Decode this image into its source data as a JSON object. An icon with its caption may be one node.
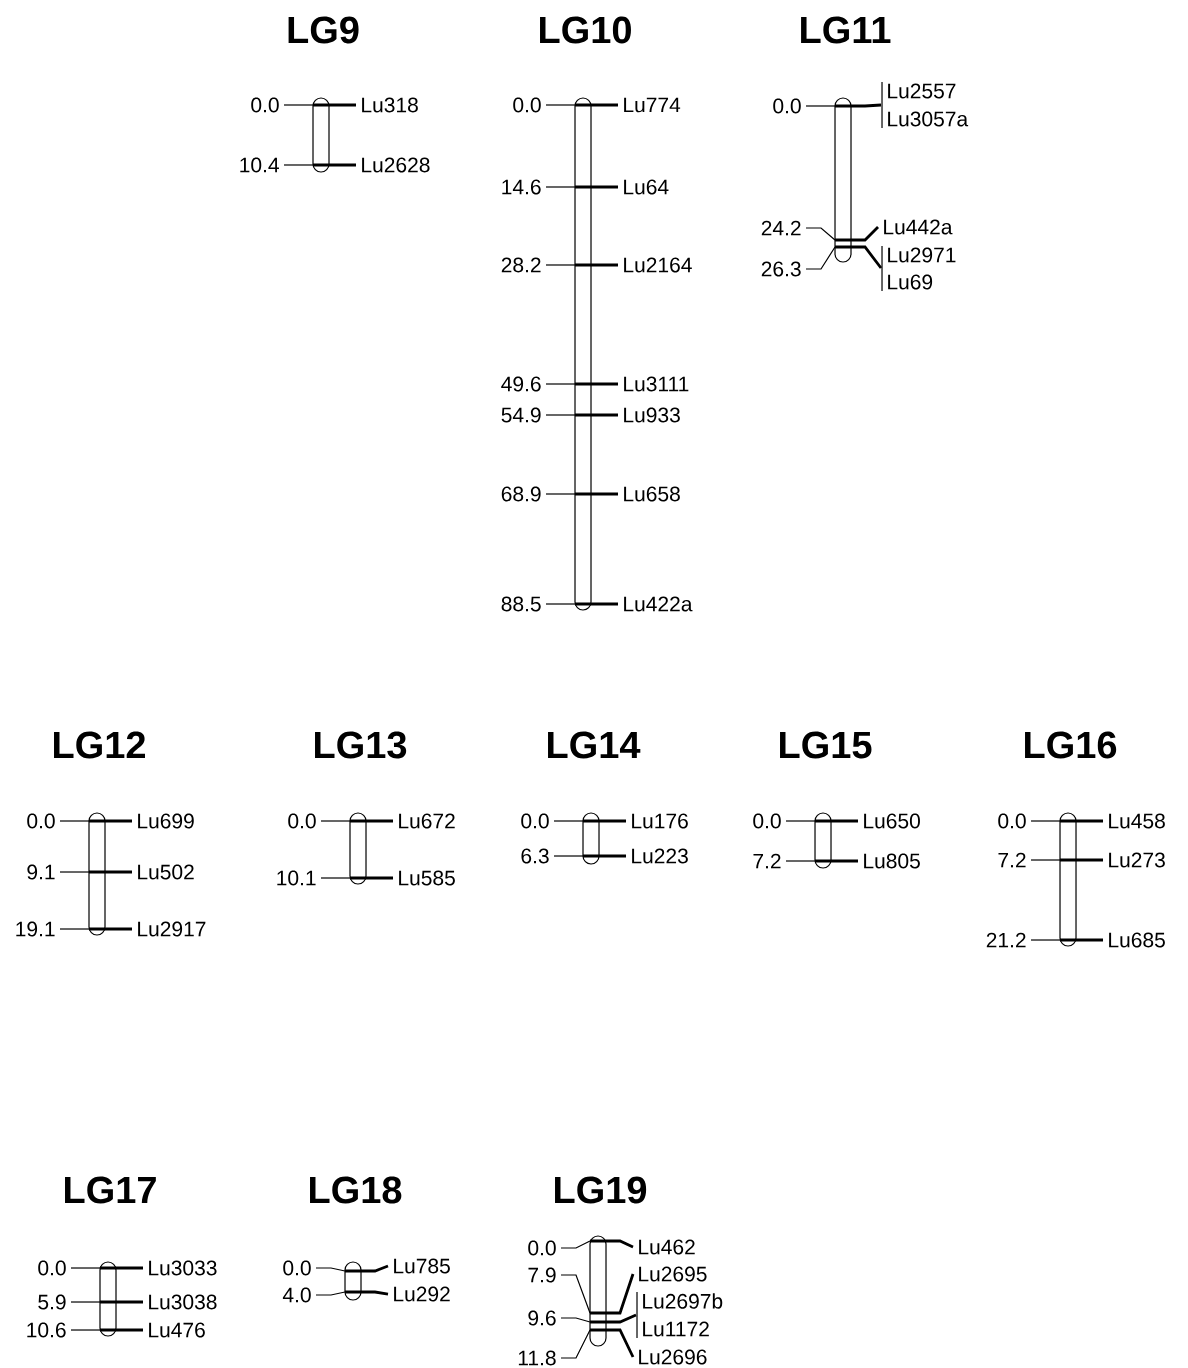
{
  "diagram": {
    "nodes": [
      {
        "text": [
          "LG9"
        ],
        "beside": [
          "0.0",
          "Lu318",
          "10.4",
          "Lu2628"
        ]
      },
      {
        "text": [
          "LG10"
        ],
        "beside": [
          "0.0",
          "Lu774",
          "14.6",
          "Lu64",
          "28.2",
          "Lu2164",
          "49.6",
          "Lu3111",
          "54.9",
          "Lu933",
          "68.9",
          "Lu658",
          "88.5",
          "Lu422a"
        ]
      },
      {
        "text": [
          "LG11"
        ],
        "beside": [
          "0.0",
          "Lu2557",
          "Lu3057a",
          "24.2",
          "Lu442a",
          "26.3",
          "Lu2971",
          "Lu69"
        ]
      },
      {
        "text": [
          "LG12"
        ],
        "beside": [
          "0.0",
          "Lu699",
          "9.1",
          "Lu502",
          "19.1",
          "Lu2917"
        ]
      },
      {
        "text": [
          "LG13"
        ],
        "beside": [
          "0.0",
          "Lu672",
          "10.1",
          "Lu585"
        ]
      },
      {
        "text": [
          "LG14"
        ],
        "beside": [
          "0.0",
          "Lu176",
          "6.3",
          "Lu223"
        ]
      },
      {
        "text": [
          "LG15"
        ],
        "beside": [
          "0.0",
          "Lu650",
          "7.2",
          "Lu805"
        ]
      },
      {
        "text": [
          "LG16"
        ],
        "beside": [
          "0.0",
          "Lu458",
          "7.2",
          "Lu273",
          "21.2",
          "Lu685"
        ]
      },
      {
        "text": [
          "LG17"
        ],
        "beside": [
          "0.0",
          "Lu3033",
          "5.9",
          "Lu3038",
          "10.6",
          "Lu476"
        ]
      },
      {
        "text": [
          "LG18"
        ],
        "beside": [
          "0.0",
          "Lu785",
          "4.0",
          "Lu292"
        ]
      },
      {
        "text": [
          "LG19"
        ],
        "beside": [
          "0.0",
          "Lu462",
          "7.9",
          "Lu2695",
          "9.6",
          "Lu2697b",
          "Lu1172",
          "11.8",
          "Lu2696"
        ]
      }
    ]
  }
}
